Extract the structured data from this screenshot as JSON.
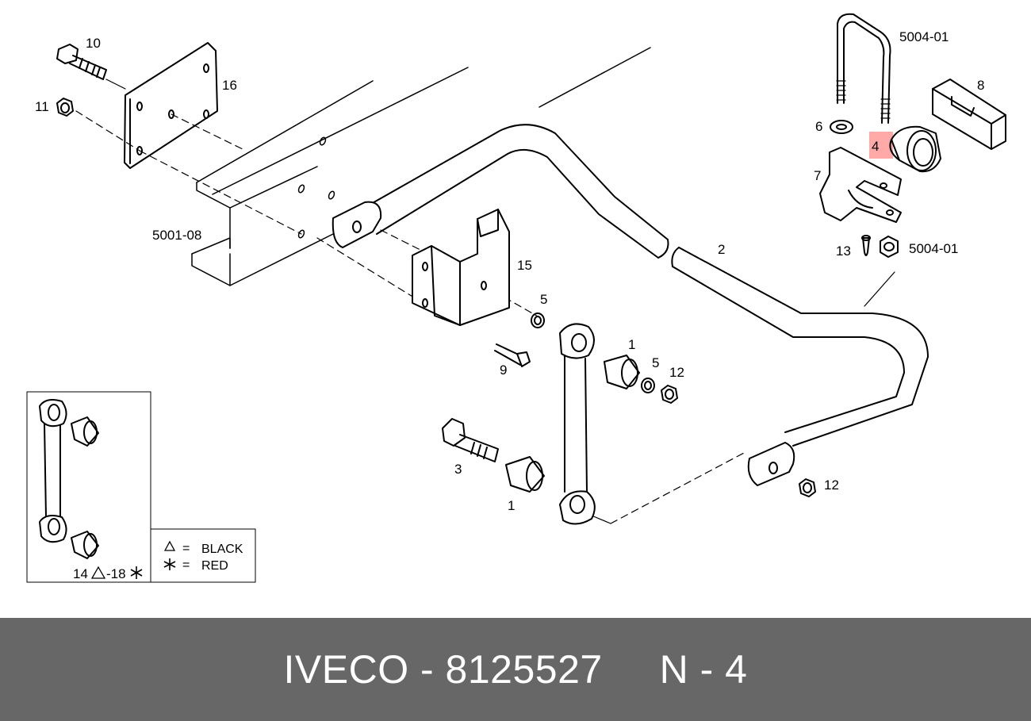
{
  "diagram": {
    "callouts": {
      "c1a": "1",
      "c1b": "1",
      "c2": "2",
      "c3": "3",
      "c4": "4",
      "c5a": "5",
      "c5b": "5",
      "c6": "6",
      "c7": "7",
      "c8": "8",
      "c9": "9",
      "c10": "10",
      "c11": "11",
      "c12a": "12",
      "c12b": "12",
      "c13": "13",
      "c15": "15",
      "c16": "16",
      "ref_5001_08": "5001-08",
      "ref_5004_01_top": "5004-01",
      "ref_5004_01_bottom": "5004-01"
    },
    "highlighted_part": "4",
    "highlight_color": "#ff9a9a",
    "inset": {
      "label_prefix": "14",
      "label_middle": "-18",
      "triangle_icon": "triangle-icon",
      "asterisk_icon": "asterisk-icon"
    },
    "legend": {
      "black_label": "BLACK",
      "red_label": "RED",
      "equals": "="
    }
  },
  "footer": {
    "text": "IVECO - 8125527     N - 4",
    "background": "#676767",
    "color": "#ffffff"
  }
}
